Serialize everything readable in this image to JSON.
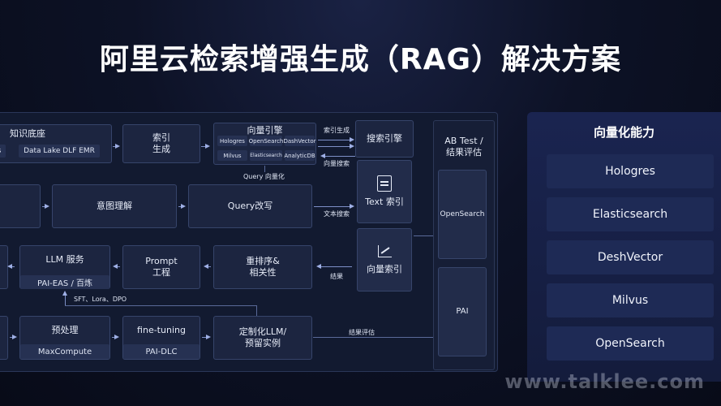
{
  "title": "阿里云检索增强生成（RAG）解决方案",
  "diagram": {
    "knowledge_box": {
      "title": "知识底座",
      "item_left": "s",
      "item_main": "Data Lake DLF EMR"
    },
    "index_box": {
      "line1": "索引",
      "line2": "生成"
    },
    "vector_box": {
      "title": "向量引擎",
      "items": [
        "Hologres",
        "OpenSearch",
        "DashVector",
        "Milvus",
        "Elasticsearch",
        "AnalyticDB"
      ]
    },
    "query_vector_label": "Query 向量化",
    "intent_box": "意图理解",
    "query_rewrite_box": "Query改写",
    "llm_box": {
      "title": "LLM 服务",
      "sub": "PAI-EAS / 百炼"
    },
    "prompt_box": {
      "line1": "Prompt",
      "line2": "工程"
    },
    "rerank_box": {
      "line1": "重排序&",
      "line2": "相关性"
    },
    "finetune_label": "SFT、Lora、DPO",
    "preprocess_box": {
      "title": "预处理",
      "sub": "MaxCompute"
    },
    "finetuning_box": {
      "title": "fine-tuning",
      "sub": "PAI-DLC"
    },
    "custom_llm_box": {
      "line1": "定制化LLM/",
      "line2": "预留实例"
    },
    "search_engine_box": "搜索引擎",
    "text_index_box": "Text 索引",
    "vector_index_box": "向量索引",
    "ab_test_box": {
      "line1": "AB Test /",
      "line2": "结果评估"
    },
    "opensearch_box": "OpenSearch",
    "pai_box": "PAI",
    "edge_labels": {
      "index_gen": "索引生成",
      "vector_search": "向量搜索",
      "text_search": "文本搜索",
      "result": "结果",
      "result_eval": "结果评估"
    }
  },
  "vector_capability": {
    "title": "向量化能力",
    "items": [
      "Hologres",
      "Elasticsearch",
      "DeshVector",
      "Milvus",
      "OpenSearch"
    ]
  },
  "watermark": "www.talklee.com"
}
